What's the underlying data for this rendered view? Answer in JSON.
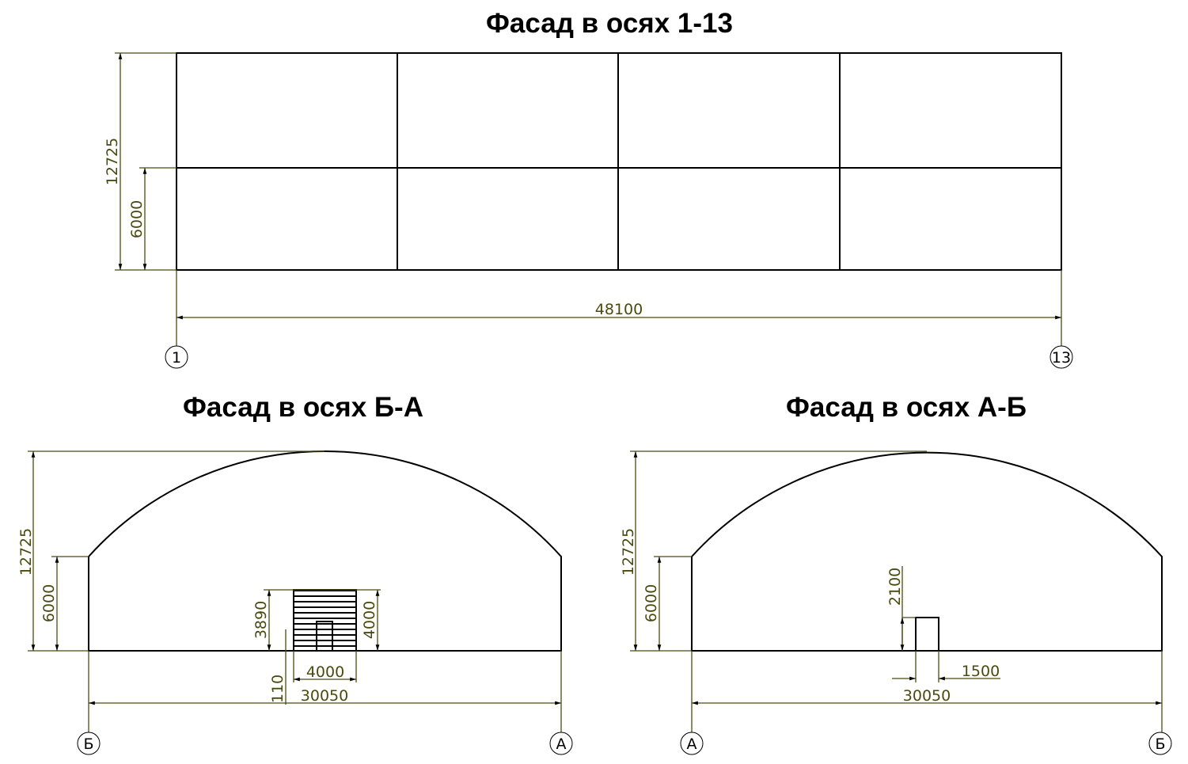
{
  "titles": {
    "top": "Фасад в осях 1-13",
    "left": "Фасад в осях Б-А",
    "right": "Фасад в осях А-Б"
  },
  "top_view": {
    "dims": {
      "height_total": "12725",
      "height_lower": "6000",
      "length": "48100"
    },
    "axes": [
      "1",
      "13"
    ]
  },
  "left_view": {
    "dims": {
      "height_total": "12725",
      "height_wall": "6000",
      "gate_height": "3890",
      "gate_height_full": "4000",
      "gate_width": "4000",
      "gate_offset": "110",
      "width": "30050"
    },
    "axes": [
      "Б",
      "А"
    ]
  },
  "right_view": {
    "dims": {
      "height_total": "12725",
      "height_wall": "6000",
      "door_height": "2100",
      "door_width": "1500",
      "width": "30050"
    },
    "axes": [
      "А",
      "Б"
    ]
  },
  "colors": {
    "dimension": "#4a4a10",
    "outline": "#000000"
  }
}
